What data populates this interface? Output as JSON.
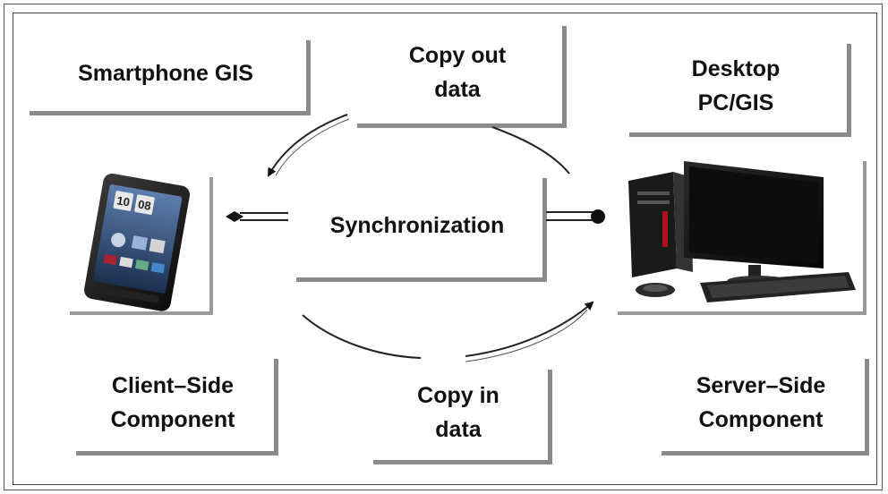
{
  "diagram": {
    "labels": {
      "smartphone_gis": "Smartphone  GIS",
      "copy_out_line1": "Copy  out",
      "copy_out_line2": "data",
      "desktop_line1": "Desktop",
      "desktop_line2": "PC/GIS",
      "synchronization": "Synchronization",
      "client_line1": "Client–Side",
      "client_line2": "Component",
      "copy_in_line1": "Copy  in",
      "copy_in_line2": "data",
      "server_line1": "Server–Side",
      "server_line2": "Component"
    },
    "colors": {
      "frame": "#444444",
      "box_shadow": "#8a8a8a",
      "arrow": "#222222",
      "phone_screen": "#2f4f7a",
      "monitor": "#111111"
    }
  }
}
